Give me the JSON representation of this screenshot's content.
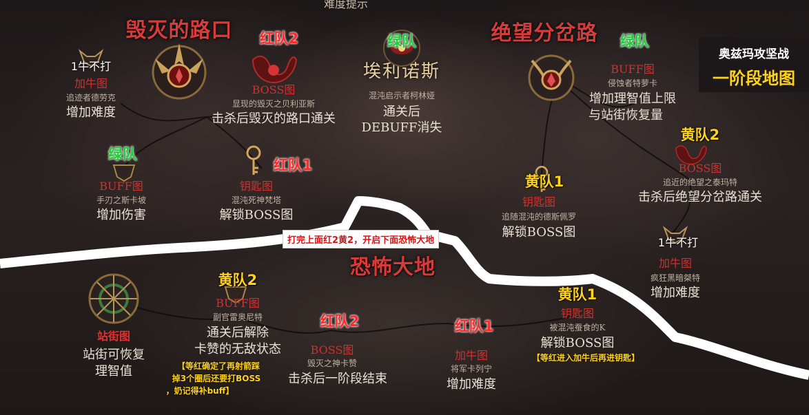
{
  "top_fragment": "难度提示",
  "title_panel": {
    "line1": "奥兹玛攻坚战",
    "line2": "一阶段地图"
  },
  "regions": {
    "ruin_crossroad": "毁灭的路口",
    "elinos": "埃利诺斯",
    "despair_fork": "绝望分岔路",
    "terror_land": "恐怖大地"
  },
  "elinos_detail": {
    "sub": "混沌启示者柯林娅",
    "desc1": "通关后",
    "desc2": "DEBUFF消失"
  },
  "nodes": {
    "n1": {
      "tag": "1牛不打",
      "type": "加牛图",
      "sub": "追迹者德劳克",
      "desc": "增加难度"
    },
    "n2": {
      "team": "红队2",
      "type": "BOSS图",
      "sub": "显现的毁灭之贝利亚斯",
      "desc": "击杀后毁灭的路口通关"
    },
    "n3": {
      "team": "绿队",
      "type": "BUFF图",
      "sub": "手刃之斯卡坡",
      "desc": "增加伤害"
    },
    "n4": {
      "team": "红队1",
      "type": "钥匙图",
      "sub": "混沌死神梵塔",
      "desc": "解锁BOSS图"
    },
    "n5": {
      "team": "绿队"
    },
    "n6": {
      "team": "绿队",
      "type": "BUFF图",
      "sub": "侵蚀者特萝卡",
      "desc1": "增加理智值上限",
      "desc2": "与站街恢复量"
    },
    "n7": {
      "team": "黄队2",
      "type": "BOSS图",
      "sub": "追近的绝望之泰玛特",
      "desc": "击杀后绝望分岔路通关"
    },
    "n8": {
      "team": "黄队1",
      "type": "钥匙图",
      "sub": "追随混沌的德斯佩罗",
      "desc": "解锁BOSS图"
    },
    "n9": {
      "tag": "1牛不打",
      "type": "加牛图",
      "sub": "疯狂黑暗桀特",
      "desc": "增加难度"
    },
    "n10": {
      "type": "站街图",
      "desc1": "站街可恢复",
      "desc2": "理智值"
    },
    "n11": {
      "team": "黄队2",
      "type": "BUFF图",
      "sub": "副官雷奥尼特",
      "desc1": "通关后解除",
      "desc2": "卡赞的无敌状态"
    },
    "n12": {
      "team": "红队2",
      "type": "BOSS图",
      "sub": "毁灭之神卡赞",
      "desc": "击杀后一阶段结束"
    },
    "n13": {
      "team": "红队1",
      "type": "加牛图",
      "sub": "将军卡列宁",
      "desc": "增加难度"
    },
    "n14": {
      "team": "黄队1",
      "type": "钥匙图",
      "sub": "被混沌蚕食的K",
      "desc": "解锁BOSS图"
    }
  },
  "annotations": {
    "mid_note": "打完上面红2黄2，开启下面恐怖大地",
    "left_note_l1": "【等红确定了再射箭踩",
    "left_note_l2": "掉3个圈后还要打BOSS",
    "left_note_l3": "，奶记得补buff】",
    "right_note": "【等红进入加牛后再进钥匙】"
  },
  "colors": {
    "red": "#ff2a2a",
    "green": "#1fcf3a",
    "yellow": "#ffd21a",
    "path": "#ffffff"
  },
  "icons": [
    "demon-boss-icon",
    "horned-boss-icon",
    "key-icon",
    "shield-buff-icon",
    "bull-icon",
    "compass-station-icon",
    "eye-icon"
  ]
}
